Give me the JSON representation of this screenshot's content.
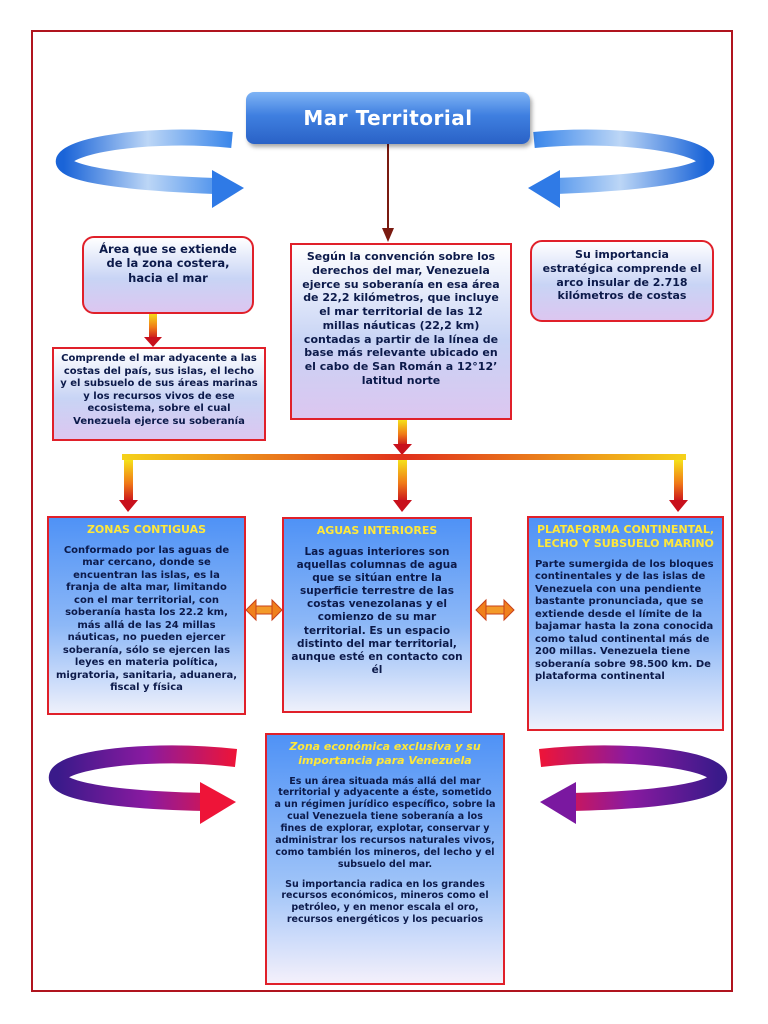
{
  "title": "Mar Territorial",
  "box_top_left": "Área que se extiende de la zona costera, hacia el mar",
  "box_mid_left": "Comprende el mar adyacente a las costas del país, sus islas, el lecho y el subsuelo de sus áreas marinas y los recursos vivos de ese ecosistema, sobre el cual Venezuela ejerce su soberanía",
  "box_center": "Según la convención sobre los derechos del mar, Venezuela ejerce su soberanía en esa área de 22,2 kilómetros, que incluye el mar territorial de las 12 millas náuticas (22,2 km) contadas a partir de la línea de base más relevante ubicado en el cabo de San Román a 12°12’ latitud norte",
  "box_top_right": "Su importancia estratégica comprende el arco insular de 2.718 kilómetros de costas",
  "zonas": {
    "title": "ZONAS CONTIGUAS",
    "text": "Conformado por las aguas de mar cercano, donde se encuentran las islas, es la franja de alta mar, limitando con el mar territorial, con soberanía hasta los 22.2 km, más allá de las 24 millas náuticas, no pueden ejercer soberanía, sólo se ejercen las leyes en materia política, migratoria, sanitaria, aduanera, fiscal y física"
  },
  "aguas": {
    "title": "AGUAS INTERIORES",
    "text": "Las aguas interiores son aquellas columnas de agua que se sitúan entre la superficie terrestre de las costas venezolanas y el comienzo de su mar territorial. Es un espacio distinto del mar territorial, aunque esté en contacto con él"
  },
  "plataforma": {
    "title": "PLATAFORMA CONTINENTAL, LECHO Y SUBSUELO MARINO",
    "text": "Parte sumergida de los bloques continentales y de las islas de Venezuela con una pendiente bastante pronunciada, que se extiende desde el límite de la bajamar hasta la zona conocida como talud continental más de 200 millas. Venezuela tiene soberanía sobre 98.500 km. De plataforma continental"
  },
  "zee": {
    "title": "Zona económica exclusiva y su importancia para Venezuela",
    "text1": "Es un área situada más allá del mar territorial y adyacente a éste, sometido a un régimen jurídico específico, sobre la cual Venezuela tiene soberanía a los fines de explorar, explotar, conservar y administrar los recursos naturales vivos, como también los mineros, del lecho y el subsuelo del mar.",
    "text2": "Su importancia radica en los grandes recursos económicos, mineros como el petróleo, y en menor escala el oro, recursos energéticos y los pecuarios"
  },
  "colors": {
    "frame": "#b0141e",
    "box_border": "#e0202a",
    "heading": "#ffe83a",
    "title_bg": "#3f7fe0"
  }
}
